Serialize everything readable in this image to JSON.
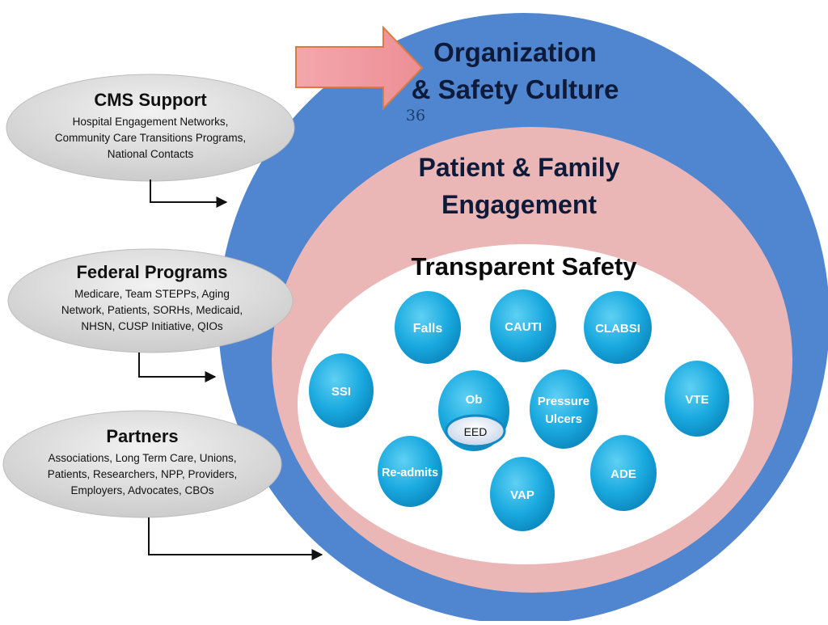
{
  "slide_number": "36",
  "outer_ring": {
    "title_lines": [
      "Organization",
      "& Safety Culture"
    ]
  },
  "middle_ring": {
    "title_lines": [
      "Patient & Family",
      "Engagement"
    ]
  },
  "inner_ring": {
    "title": "Transparent Safety"
  },
  "inputs": [
    {
      "title": "CMS Support",
      "lines": [
        "Hospital Engagement Networks,",
        "Community Care Transitions Programs,",
        "National Contacts"
      ]
    },
    {
      "title": "Federal Programs",
      "lines": [
        "Medicare, Team STEPPs, Aging",
        "Network, Patients, SORHs, Medicaid,",
        "NHSN, CUSP Initiative, QIOs"
      ]
    },
    {
      "title": "Partners",
      "lines": [
        "Associations, Long Term Care, Unions,",
        "Patients, Researchers, NPP, Providers,",
        "Employers, Advocates, CBOs"
      ]
    }
  ],
  "bubbles": [
    {
      "id": "falls",
      "lines": [
        "Falls"
      ]
    },
    {
      "id": "cauti",
      "lines": [
        "CAUTI"
      ]
    },
    {
      "id": "clabsi",
      "lines": [
        "CLABSI"
      ]
    },
    {
      "id": "ssi",
      "lines": [
        "SSI"
      ]
    },
    {
      "id": "ob",
      "lines": [
        "Ob"
      ]
    },
    {
      "id": "pressure-ulcers",
      "lines": [
        "Pressure",
        "Ulcers"
      ]
    },
    {
      "id": "vte",
      "lines": [
        "VTE"
      ]
    },
    {
      "id": "re-admits",
      "lines": [
        "Re-admits"
      ]
    },
    {
      "id": "ade",
      "lines": [
        "ADE"
      ]
    },
    {
      "id": "vap",
      "lines": [
        "VAP"
      ]
    }
  ],
  "eed_label": "EED",
  "colors": {
    "outer_ring": "#4f86cf",
    "middle_ring": "#ebb6b6",
    "inner_field": "#ffffff",
    "bubble": "#19a9df",
    "arrow_fill": "#f0a1a6",
    "arrow_stroke": "#e07a3c",
    "oval_fill": "#dedede"
  }
}
